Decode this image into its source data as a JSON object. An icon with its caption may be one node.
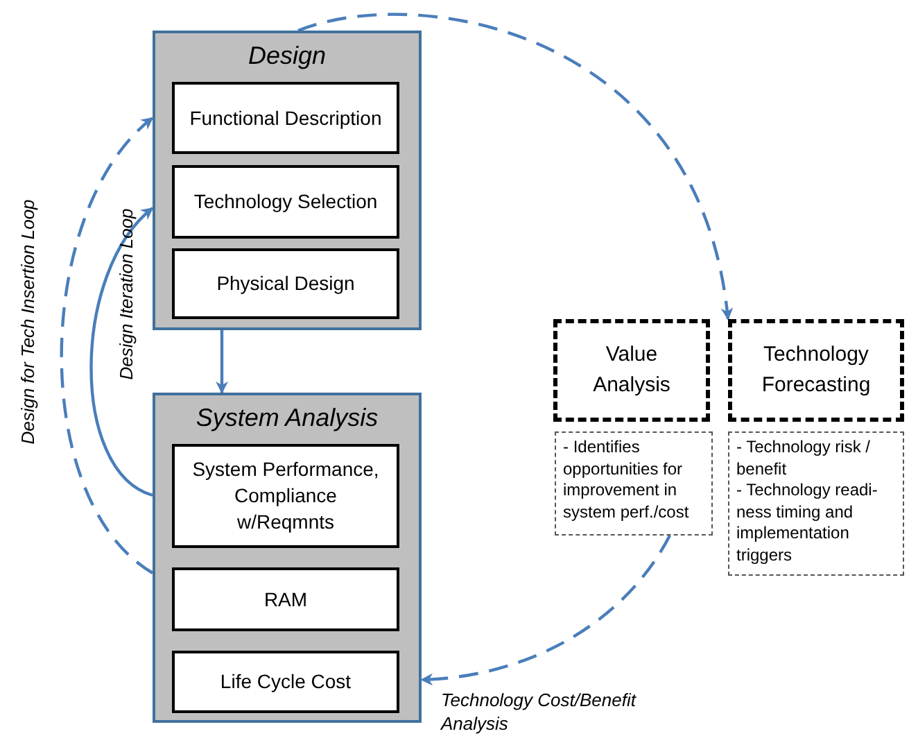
{
  "diagram": {
    "nodes": [
      {
        "text": [
          "Design"
        ]
      },
      {
        "text": [
          "Functional Description"
        ],
        "in": 0
      },
      {
        "text": [
          "Technology Selection"
        ],
        "in": 0
      },
      {
        "text": [
          "Physical Design"
        ],
        "in": 0
      },
      {
        "text": [
          "System Analysis"
        ]
      },
      {
        "text": [
          "System Performance, Compliance w/Reqmnts"
        ],
        "in": 4
      },
      {
        "text": [
          "RAM"
        ],
        "in": 4
      },
      {
        "text": [
          "Life Cycle Cost"
        ],
        "in": 4
      },
      {
        "text": [
          "Value Analysis"
        ]
      },
      {
        "text": [
          "Technology Forecasting"
        ]
      },
      {
        "text": [
          "- Identifies opportunities for improvement in system perf./cost"
        ]
      },
      {
        "text": [
          "- Technology risk / benefit",
          "- Technology readi- ness timing and implementation triggers"
        ]
      }
    ],
    "edges": [
      {
        "from": 0,
        "to": 4,
        "arrow": "to"
      },
      {
        "from": 4,
        "to": 0,
        "arrow": "to",
        "label": "Design Iteration Loop"
      },
      {
        "from": 4,
        "to": 0,
        "arrow": "to",
        "style": "dashed",
        "label": "Design for Tech Insertion Loop"
      },
      {
        "from": 0,
        "to": 9,
        "arrow": "to",
        "style": "dashed"
      },
      {
        "from": 10,
        "to": 4,
        "arrow": "to",
        "style": "dashed",
        "label": "Technology Cost/Benefit Analysis"
      }
    ]
  }
}
